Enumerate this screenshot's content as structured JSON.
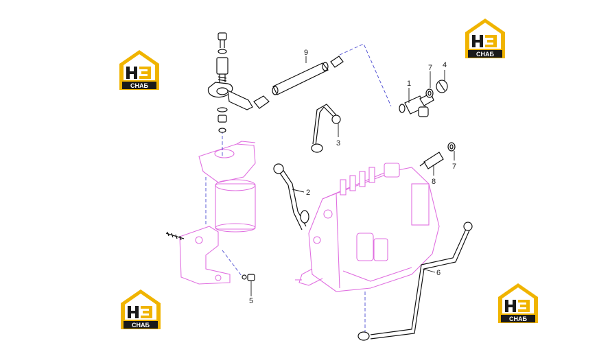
{
  "logo": {
    "top_text": "H3",
    "bottom_text": "CHAБ",
    "colors": {
      "roof": "#f0b400",
      "body": "#1a1a1a",
      "letters": "#f0b400",
      "band_text": "#ffffff"
    }
  },
  "callouts": [
    {
      "id": "c9",
      "label": "9"
    },
    {
      "id": "c7a",
      "label": "7"
    },
    {
      "id": "c4",
      "label": "4"
    },
    {
      "id": "c1",
      "label": "1"
    },
    {
      "id": "c3",
      "label": "3"
    },
    {
      "id": "c8",
      "label": "8"
    },
    {
      "id": "c7b",
      "label": "7"
    },
    {
      "id": "c2",
      "label": "2"
    },
    {
      "id": "c6",
      "label": "6"
    },
    {
      "id": "c5",
      "label": "5"
    }
  ],
  "colors": {
    "parts": "#111111",
    "ghost_assembly": "#e070e0",
    "axis_dash": "#4a4ad0"
  }
}
